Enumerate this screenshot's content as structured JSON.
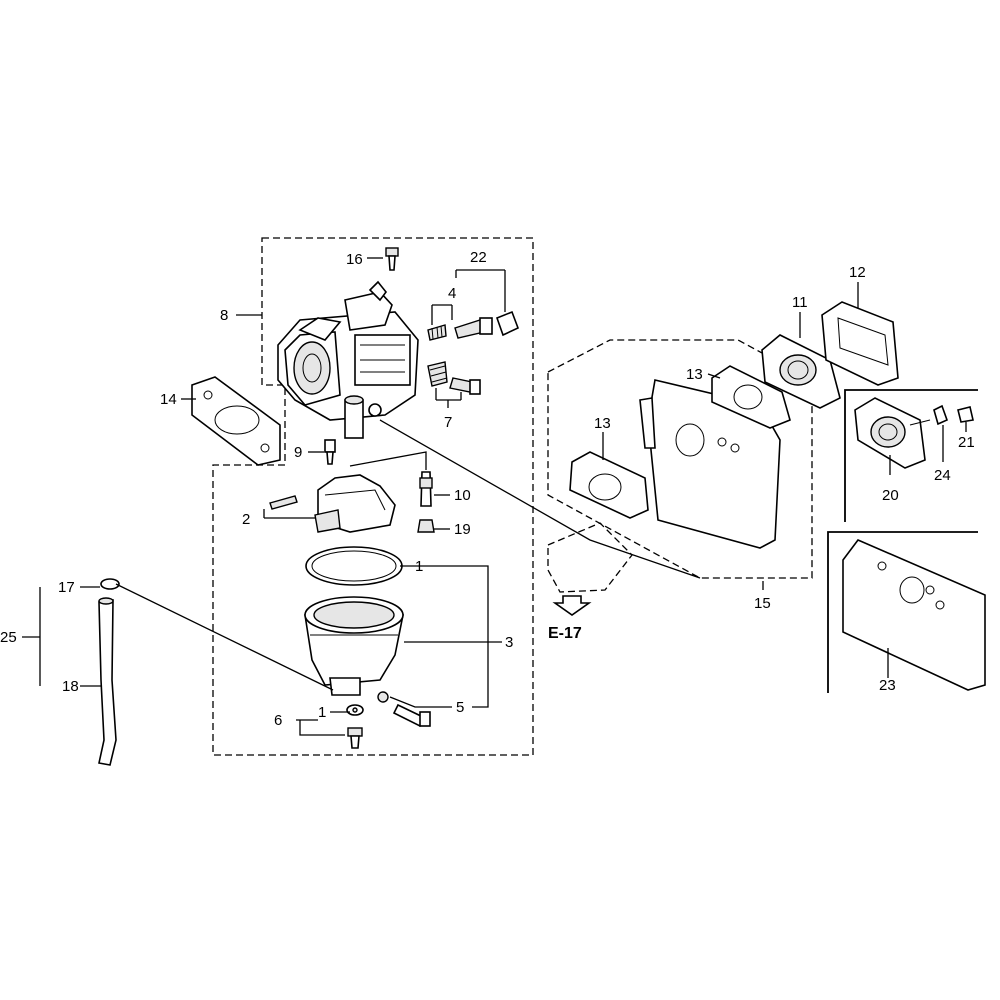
{
  "diagram": {
    "ref": "E-17",
    "callouts": {
      "c1a": "1",
      "c1b": "1",
      "c2": "2",
      "c3": "3",
      "c4": "4",
      "c5": "5",
      "c6": "6",
      "c7": "7",
      "c8": "8",
      "c9": "9",
      "c10": "10",
      "c11": "11",
      "c12": "12",
      "c13a": "13",
      "c13b": "13",
      "c14": "14",
      "c15": "15",
      "c16": "16",
      "c17": "17",
      "c18": "18",
      "c19": "19",
      "c20": "20",
      "c21": "21",
      "c22": "22",
      "c23": "23",
      "c24": "24",
      "c25": "25"
    }
  }
}
